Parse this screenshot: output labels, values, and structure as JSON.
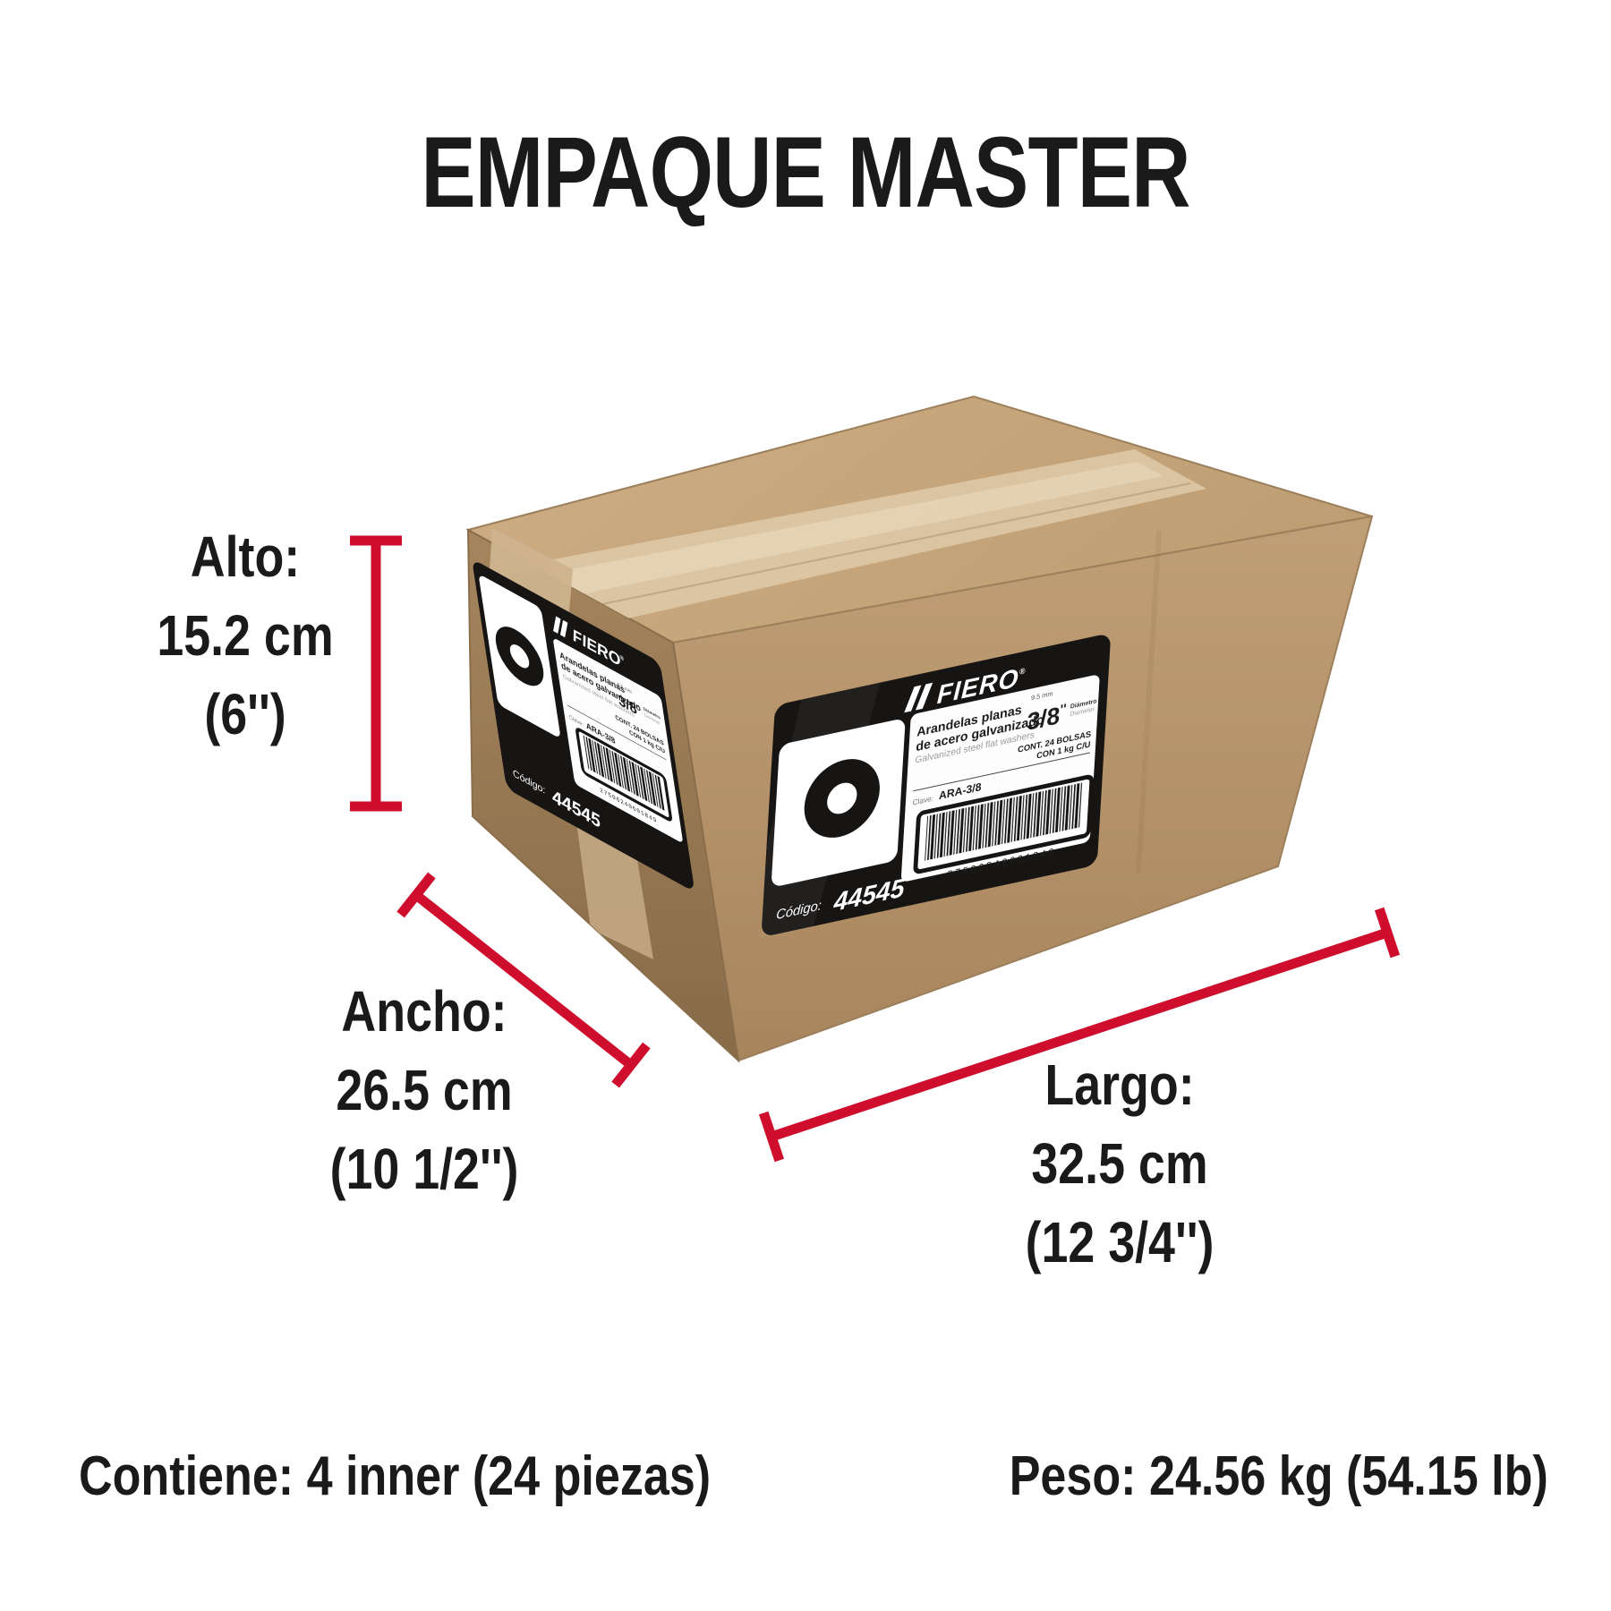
{
  "title": "EMPAQUE MASTER",
  "dimensions": {
    "alto": {
      "name": "Alto:",
      "metric": "15.2 cm",
      "imperial": "(6'')"
    },
    "ancho": {
      "name": "Ancho:",
      "metric": "26.5 cm",
      "imperial": "(10 1/2'')"
    },
    "largo": {
      "name": "Largo:",
      "metric": "32.5 cm",
      "imperial": "(12 3/4'')"
    }
  },
  "footer": {
    "contiene_label": "Contiene:",
    "contiene_value": "4 inner (24 piezas)",
    "peso_label": "Peso:",
    "peso_value": "24.56 kg (54.15 lb)"
  },
  "label": {
    "brand": "FIERO",
    "registered": "®",
    "product_line1": "Arandelas planas",
    "product_line2": "de acero galvanizado",
    "product_en": "Galvanized steel flat washers",
    "size_mm": "9.5 mm",
    "size_fraction": "3/8",
    "size_inch_mark": "''",
    "diameter_es": "Diámetro",
    "diameter_en": "Diameter",
    "cont_line1": "CONT. 24 BOLSAS",
    "cont_line2": "CON 1 kg C/U",
    "clave_label": "Clave:",
    "clave_value": "ARA-3/8",
    "barcode_digits": "27506240601849",
    "codigo_label": "Código:",
    "codigo_value": "44545"
  },
  "colors": {
    "dimension_red": "#CE0E2C",
    "text_black": "#1a1a1a",
    "box_top": "#C6A67E",
    "box_front": "#B6936A",
    "box_left": "#997B56",
    "tape": "#DCC6A4",
    "label_black": "#171513"
  }
}
